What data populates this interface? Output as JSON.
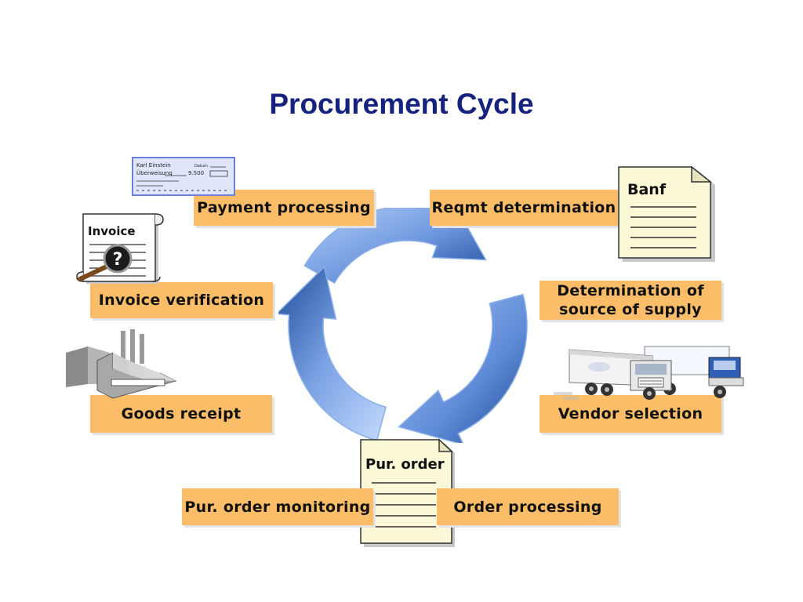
{
  "title": "Procurement Cycle",
  "steps": {
    "reqmt": "Reqmt determination",
    "source_line1": "Determination of",
    "source_line2": "source of supply",
    "vendor": "Vendor selection",
    "order_processing": "Order processing",
    "order_monitoring": "Pur. order monitoring",
    "goods_receipt": "Goods receipt",
    "invoice_verification": "Invoice verification",
    "payment": "Payment processing"
  },
  "icons": {
    "banf_label": "Banf",
    "po_label": "Pur. order",
    "invoice_label": "Invoice",
    "check_name": "Karl Einstein",
    "check_text": "Überweisung",
    "check_amount": "9.500",
    "check_date": "Datum"
  },
  "colors": {
    "title": "#15237e",
    "label_fill": "#fbbd68",
    "arrow_light": "#a9c6f7",
    "arrow_dark": "#1f4e9a"
  }
}
